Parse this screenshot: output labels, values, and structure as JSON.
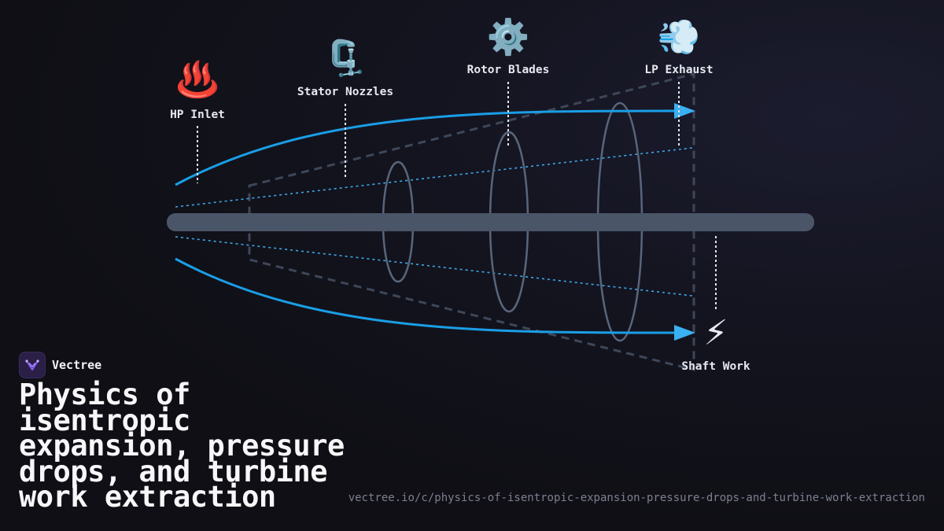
{
  "brand": {
    "name": "Vectree"
  },
  "title": "Physics of isentropic expansion, pressure drops, and turbine work extraction",
  "url": "vectree.io/c/physics-of-isentropic-expansion-pressure-drops-and-turbine-work-extraction",
  "labels": {
    "hp_inlet": {
      "text": "HP Inlet",
      "icon": "♨️",
      "icon_name": "hot-springs-icon"
    },
    "stator_nozzles": {
      "text": "Stator Nozzles",
      "icon": "🗜️",
      "icon_name": "clamp-icon"
    },
    "rotor_blades": {
      "text": "Rotor Blades",
      "icon": "⚙️",
      "icon_name": "gear-icon"
    },
    "lp_exhaust": {
      "text": "LP Exhaust",
      "icon": "💨",
      "icon_name": "dash-wind-icon"
    },
    "shaft_work": {
      "text": "Shaft Work",
      "icon": "⚡",
      "icon_name": "lightning-icon"
    }
  },
  "colors": {
    "flow": "#1a9ee6",
    "shaft": "#4a5668",
    "casing": "#3e4758",
    "rotor": "#59657a",
    "leader": "#dfe3ea"
  }
}
